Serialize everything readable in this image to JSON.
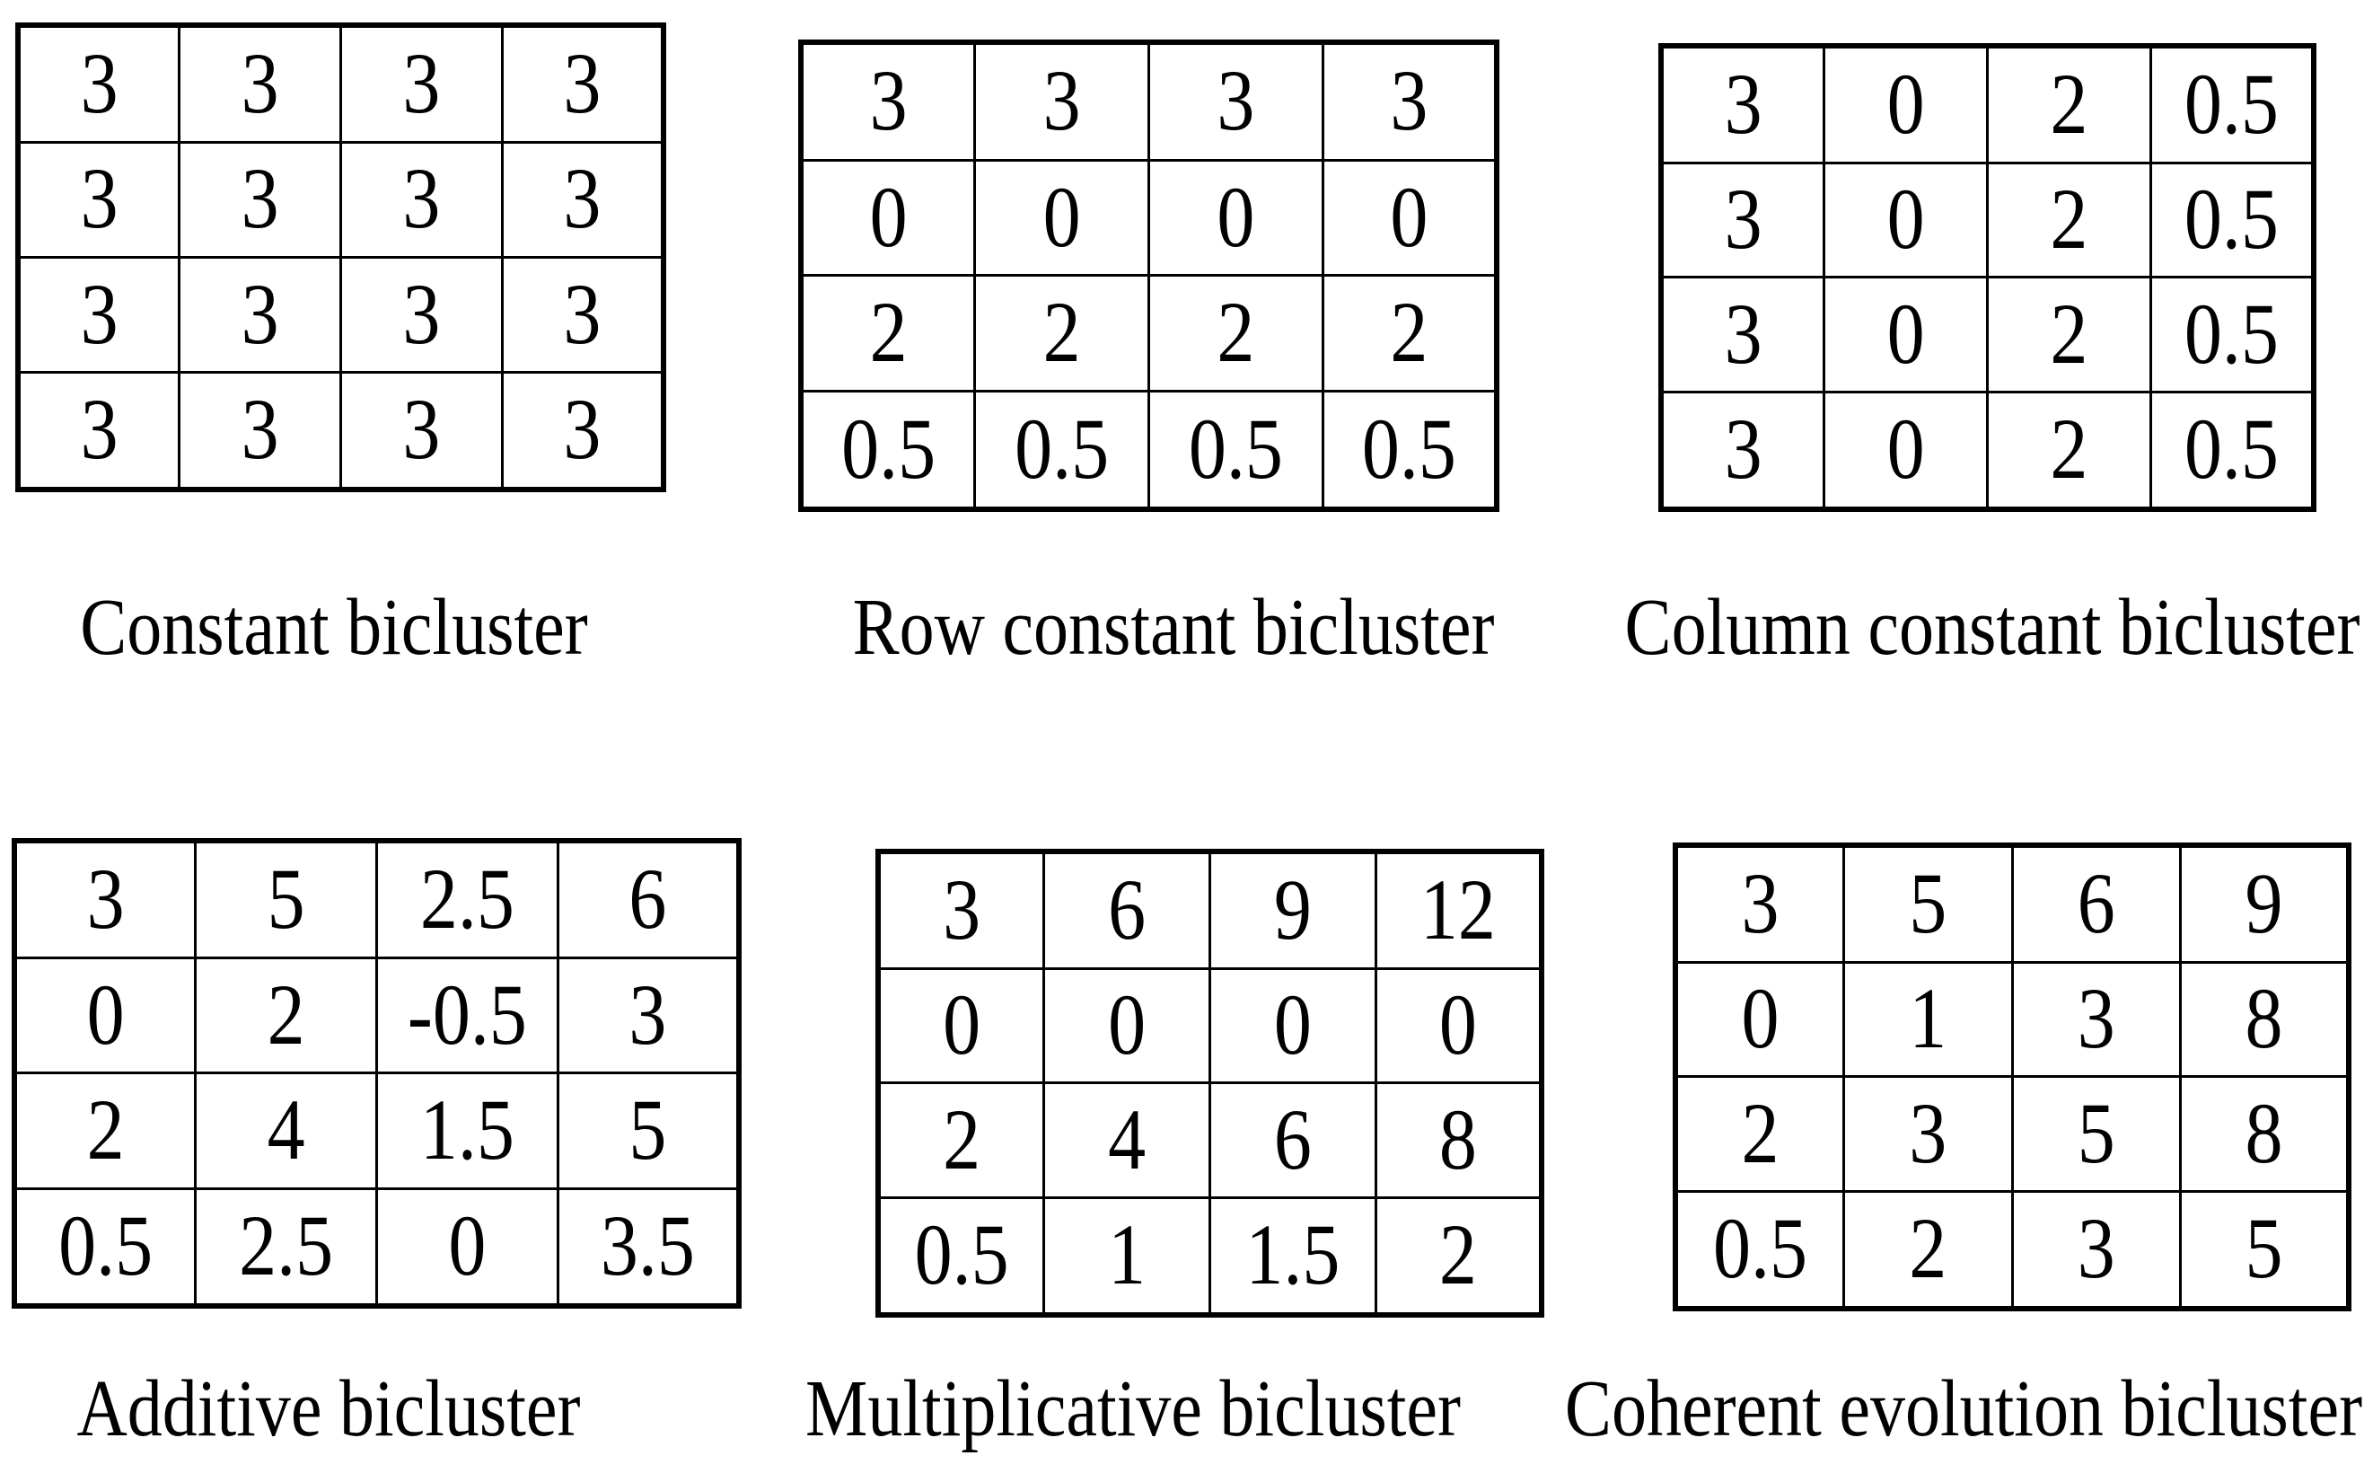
{
  "figure": {
    "background_color": "#ffffff",
    "text_color": "#000000",
    "border_color": "#000000"
  },
  "panels": [
    {
      "id": "constant-bicluster",
      "caption": "Constant bicluster",
      "rows": [
        [
          "3",
          "3",
          "3",
          "3"
        ],
        [
          "3",
          "3",
          "3",
          "3"
        ],
        [
          "3",
          "3",
          "3",
          "3"
        ],
        [
          "3",
          "3",
          "3",
          "3"
        ]
      ]
    },
    {
      "id": "row-constant-bicluster",
      "caption": "Row constant bicluster",
      "rows": [
        [
          "3",
          "3",
          "3",
          "3"
        ],
        [
          "0",
          "0",
          "0",
          "0"
        ],
        [
          "2",
          "2",
          "2",
          "2"
        ],
        [
          "0.5",
          "0.5",
          "0.5",
          "0.5"
        ]
      ]
    },
    {
      "id": "column-constant-bicluster",
      "caption": "Column constant bicluster",
      "rows": [
        [
          "3",
          "0",
          "2",
          "0.5"
        ],
        [
          "3",
          "0",
          "2",
          "0.5"
        ],
        [
          "3",
          "0",
          "2",
          "0.5"
        ],
        [
          "3",
          "0",
          "2",
          "0.5"
        ]
      ]
    },
    {
      "id": "additive-bicluster",
      "caption": "Additive bicluster",
      "rows": [
        [
          "3",
          "5",
          "2.5",
          "6"
        ],
        [
          "0",
          "2",
          "-0.5",
          "3"
        ],
        [
          "2",
          "4",
          "1.5",
          "5"
        ],
        [
          "0.5",
          "2.5",
          "0",
          "3.5"
        ]
      ]
    },
    {
      "id": "multiplicative-bicluster",
      "caption": "Multiplicative bicluster",
      "rows": [
        [
          "3",
          "6",
          "9",
          "12"
        ],
        [
          "0",
          "0",
          "0",
          "0"
        ],
        [
          "2",
          "4",
          "6",
          "8"
        ],
        [
          "0.5",
          "1",
          "1.5",
          "2"
        ]
      ]
    },
    {
      "id": "coherent-evolution-bicluster",
      "caption": "Coherent evolution bicluster",
      "rows": [
        [
          "3",
          "5",
          "6",
          "9"
        ],
        [
          "0",
          "1",
          "3",
          "8"
        ],
        [
          "2",
          "3",
          "5",
          "8"
        ],
        [
          "0.5",
          "2",
          "3",
          "5"
        ]
      ]
    }
  ]
}
